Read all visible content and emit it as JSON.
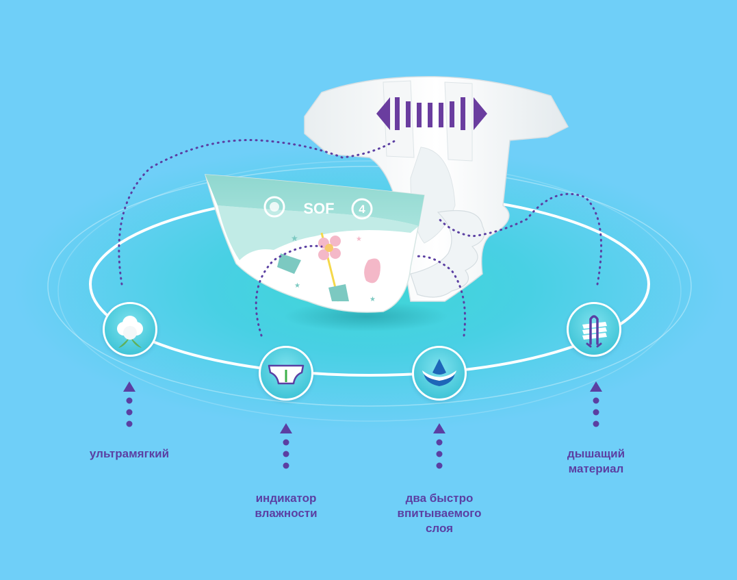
{
  "features": [
    {
      "id": "soft",
      "label_lines": [
        "ультрамягкий"
      ],
      "icon": "cotton-icon"
    },
    {
      "id": "wetness",
      "label_lines": [
        "индикатор",
        "влажности"
      ],
      "icon": "diaper-indicator-icon"
    },
    {
      "id": "absorb",
      "label_lines": [
        "два быстро",
        "впитываемого",
        "слоя"
      ],
      "icon": "absorb-layers-icon"
    },
    {
      "id": "breathable",
      "label_lines": [
        "дышащий",
        "материал"
      ],
      "icon": "breathable-layers-icon"
    }
  ],
  "product": {
    "brand_text": "SOF",
    "size_text": "4"
  },
  "colors": {
    "background": "#6fcff8",
    "accent": "#5b3fa2",
    "ring": "#ffffff",
    "diaper_band": "#8fd7cf"
  }
}
